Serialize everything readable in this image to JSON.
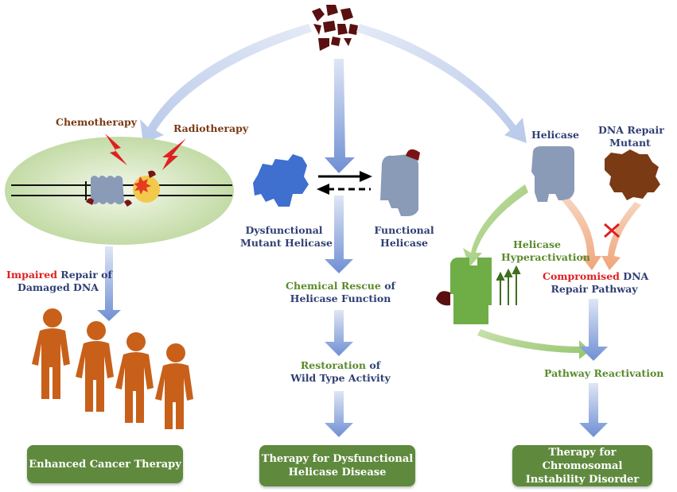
{
  "labels": {
    "chemotherapy": "Chemotherapy",
    "radiotherapy": "Radiotherapy",
    "impaired": "Impaired",
    "repair_of": " Repair of",
    "damaged_dna": "Damaged DNA",
    "dysfunctional_1": "Dysfunctional",
    "dysfunctional_2": "Mutant Helicase",
    "functional_1": "Functional",
    "functional_2": "Helicase",
    "chemical_rescue": "Chemical Rescue",
    "of": " of",
    "helicase_function": "Helicase Function",
    "restoration": "Restoration",
    "of2": " of",
    "wild_type": "Wild Type Activity",
    "helicase": "Helicase",
    "dna_repair_1": "DNA Repair",
    "dna_repair_2": "Mutant",
    "hyper_1": "Helicase",
    "hyper_2": "Hyperactivation",
    "compromised": "Compromised",
    "dna": " DNA",
    "repair_pathway": "Repair Pathway",
    "pathway_reactivation": "Pathway Reactivation"
  },
  "boxes": {
    "enhanced": "Enhanced Cancer Therapy",
    "dysfunctional_1": "Therapy for Dysfunctional",
    "dysfunctional_2": "Helicase Disease",
    "chromosomal_1": "Therapy for Chromosomal",
    "chromosomal_2": "Instability Disorder"
  },
  "colors": {
    "text_blue": "#2f3f73",
    "text_brown": "#7a3a14",
    "text_red": "#e02020",
    "text_green": "#5a8a2c",
    "box_green": "#5f8a3e",
    "helicase_grey": "#8a9bb8",
    "mutant_blue": "#3f6fcf",
    "person_orange": "#c8601a",
    "compound": "#5a1010",
    "oval_green": "#d2e5bd"
  }
}
